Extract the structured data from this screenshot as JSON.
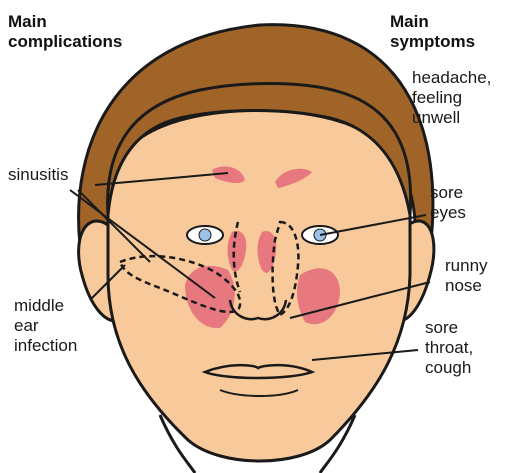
{
  "headers": {
    "complications": [
      "Main",
      "complications"
    ],
    "symptoms": [
      "Main",
      "symptoms"
    ]
  },
  "complications": {
    "sinusitis": [
      "sinusitis"
    ],
    "ear_infection": [
      "middle",
      "ear",
      "infection"
    ]
  },
  "symptoms": {
    "headache": [
      "headache,",
      "feeling",
      "unwell"
    ],
    "sore_eyes": [
      "sore",
      "eyes"
    ],
    "runny_nose": [
      "runny",
      "nose"
    ],
    "sore_throat": [
      "sore",
      "throat,",
      "cough"
    ]
  },
  "colors": {
    "skin": "#f7c99b",
    "hair": "#a06428",
    "outline": "#1a1a1a",
    "inflamed": "#e8787f"
  }
}
